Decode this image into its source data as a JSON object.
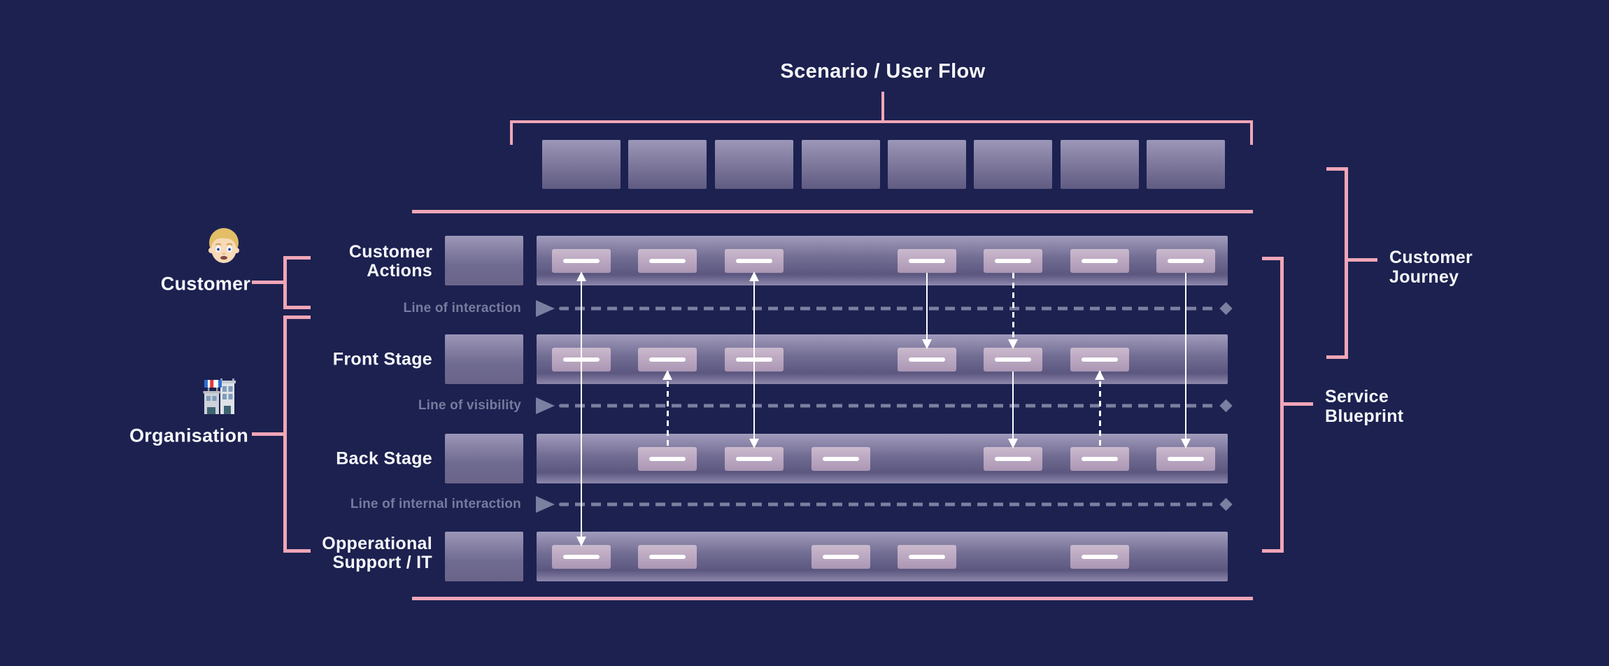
{
  "diagram": {
    "title": "Scenario / User Flow"
  },
  "colors": {
    "background": "#1C2150",
    "pink": "#F0A6B7",
    "line_gray": "#7B7FA0",
    "muted_label": "#777B9E",
    "text": "#F7F8FB",
    "arrow": "#FFFFFF"
  },
  "actors": [
    {
      "id": "customer",
      "label": "Customer",
      "icon": "person-blond-icon"
    },
    {
      "id": "organisation",
      "label": "Organisation",
      "icon": "office-building-icon"
    }
  ],
  "flow": {
    "steps": 8
  },
  "rows": [
    {
      "id": "customer-actions",
      "label": "Customer Actions",
      "label_display": "Customer\nActions",
      "actor": "customer",
      "cols": [
        1,
        2,
        3,
        5,
        6,
        7,
        8
      ]
    },
    {
      "id": "front-stage",
      "label": "Front Stage",
      "label_display": "Front Stage",
      "actor": "organisation",
      "cols": [
        1,
        2,
        3,
        5,
        6,
        7
      ]
    },
    {
      "id": "back-stage",
      "label": "Back Stage",
      "label_display": "Back Stage",
      "actor": "organisation",
      "cols": [
        2,
        3,
        4,
        6,
        7,
        8
      ]
    },
    {
      "id": "operational-support",
      "label": "Opperational Support / IT",
      "label_display": "Opperational\nSupport / IT",
      "actor": "organisation",
      "cols": [
        1,
        2,
        4,
        5,
        7
      ]
    }
  ],
  "separators": [
    {
      "id": "line-of-interaction",
      "label": "Line of interaction"
    },
    {
      "id": "line-of-visibility",
      "label": "Line of visibility"
    },
    {
      "id": "line-of-internal-interaction",
      "label": "Line of internal interaction"
    }
  ],
  "arrows": [
    {
      "col": 1,
      "between": [
        "customer-actions",
        "operational-support"
      ],
      "style": "solid",
      "direction": "both"
    },
    {
      "col": 2,
      "between": [
        "back-stage",
        "front-stage"
      ],
      "style": "dashed",
      "direction": "up"
    },
    {
      "col": 3,
      "between": [
        "customer-actions",
        "back-stage"
      ],
      "style": "solid",
      "direction": "both"
    },
    {
      "col": 5,
      "between": [
        "customer-actions",
        "front-stage"
      ],
      "style": "solid",
      "direction": "down"
    },
    {
      "col": 6,
      "between": [
        "customer-actions",
        "front-stage"
      ],
      "style": "dashed",
      "direction": "down"
    },
    {
      "col": 6,
      "between": [
        "front-stage",
        "back-stage"
      ],
      "style": "solid",
      "direction": "down"
    },
    {
      "col": 7,
      "between": [
        "back-stage",
        "front-stage"
      ],
      "style": "dashed",
      "direction": "up"
    },
    {
      "col": 8,
      "between": [
        "customer-actions",
        "back-stage"
      ],
      "style": "solid",
      "direction": "down"
    }
  ],
  "side_labels": [
    {
      "id": "customer-journey",
      "label": "Customer Journey",
      "label_display": "Customer\nJourney"
    },
    {
      "id": "service-blueprint",
      "label": "Service Blueprint",
      "label_display": "Service\nBlueprint"
    }
  ]
}
